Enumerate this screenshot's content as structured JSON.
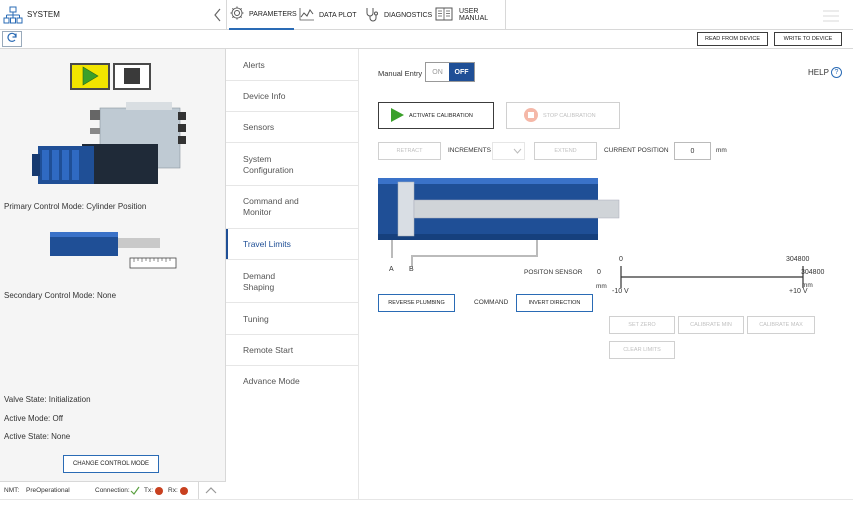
{
  "app": {
    "title": "SYSTEM"
  },
  "tabs": [
    {
      "label": "PARAMETERS",
      "icon": "gear-icon",
      "active": true
    },
    {
      "label": "DATA PLOT",
      "icon": "chart-icon",
      "active": false
    },
    {
      "label": "DIAGNOSTICS",
      "icon": "stethoscope-icon",
      "active": false
    },
    {
      "label": "USER MANUAL",
      "icon": "book-icon",
      "active": false
    }
  ],
  "toolbar": {
    "read_label": "READ FROM DEVICE",
    "write_label": "WRITE TO DEVICE"
  },
  "left": {
    "primary_mode": "Primary Control Mode: Cylinder Position",
    "secondary_mode": "Secondary Control Mode: None",
    "valve_state": "Valve State:  Initialization",
    "active_mode": "Active Mode:  Off",
    "active_state": "Active State:  None",
    "change_mode_label": "CHANGE CONTROL MODE"
  },
  "status": {
    "nmt_label": "NMT:",
    "nmt_value": "PreOperational",
    "connection_label": "Connection:",
    "tx_label": "Tx:",
    "rx_label": "Rx:"
  },
  "nav": {
    "items": [
      {
        "label": "Alerts"
      },
      {
        "label": "Device Info"
      },
      {
        "label": "Sensors"
      },
      {
        "label": "System Configuration"
      },
      {
        "label": "Command and Monitor"
      },
      {
        "label": "Travel Limits"
      },
      {
        "label": "Demand Shaping"
      },
      {
        "label": "Tuning"
      },
      {
        "label": "Remote Start"
      },
      {
        "label": "Advance Mode"
      }
    ],
    "active_index": 5
  },
  "main": {
    "manual_entry_label": "Manual Entry",
    "toggle_on": "ON",
    "toggle_off": "OFF",
    "help_label": "HELP",
    "activate_label": "ACTIVATE CALIBRATION",
    "stop_label": "STOP CALIBRATION",
    "retract_label": "RETRACT",
    "increments_label": "INCREMENTS",
    "extend_label": "EXTEND",
    "current_position_label": "CURRENT POSITION",
    "current_position_value": "0",
    "current_position_unit": "mm",
    "port_a": "A",
    "port_b": "B",
    "position_sensor_label": "POSITON SENSOR",
    "sensor_left_value": "0",
    "sensor_left_unit": "mm",
    "scale_min": "0",
    "scale_max": "304800",
    "scale_max_right": "304800",
    "scale_max_unit": "mm",
    "voltage_min": "-10 V",
    "voltage_max": "+10 V",
    "reverse_plumbing_label": "REVERSE PLUMBING",
    "command_label": "COMMAND",
    "invert_direction_label": "INVERT DIRECTION",
    "set_zero_label": "SET ZERO",
    "calibrate_min_label": "CALIBRATE MIN",
    "calibrate_max_label": "CALIBRATE MAX",
    "clear_limits_label": "CLEAR LIMITS"
  },
  "colors": {
    "accent": "#2a6bb5",
    "cylinder_blue": "#1f4f96",
    "play_yellow": "#f2e500",
    "play_green": "#3aa02a",
    "led_red": "#c8401f",
    "check_green": "#5aa040"
  }
}
